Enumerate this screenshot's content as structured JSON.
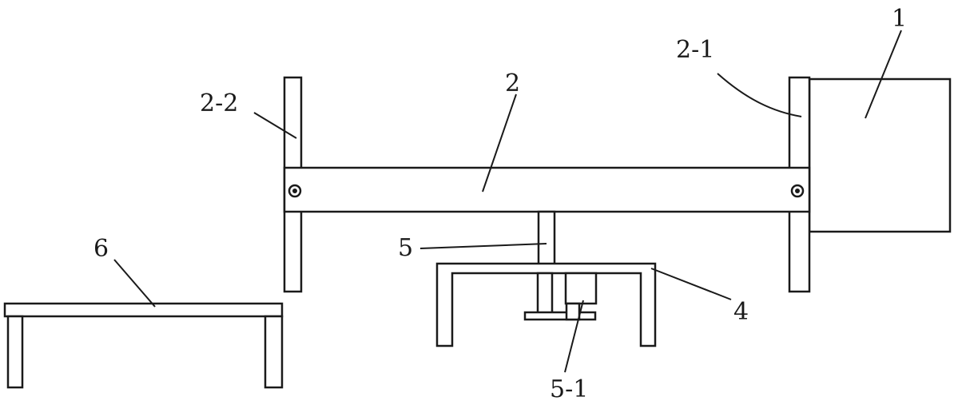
{
  "labels": {
    "part_1": "1",
    "part_2": "2",
    "part_2_1": "2-1",
    "part_2_2": "2-2",
    "part_4": "4",
    "part_5": "5",
    "part_5_1": "5-1",
    "part_6": "6"
  }
}
